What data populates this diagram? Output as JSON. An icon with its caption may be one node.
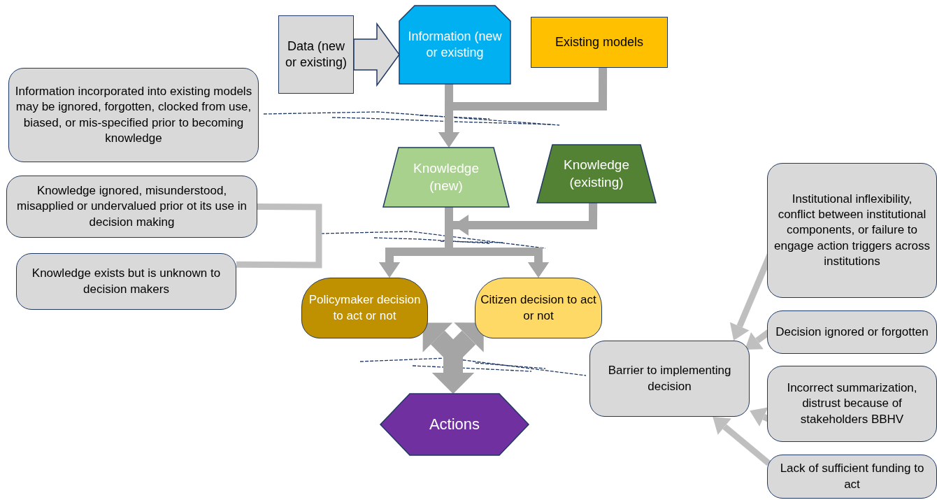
{
  "diagram": {
    "nodes": [
      {
        "text": [
          "Data (new or existing)"
        ]
      },
      {
        "text": [
          "Information (new or existing"
        ]
      },
      {
        "text": [
          "Existing models"
        ]
      },
      {
        "text": [
          "Information incorporated into existing models may be ignored, forgotten, clocked from use, biased, or mis-specified prior to becoming knowledge"
        ]
      },
      {
        "text": [
          "Knowledge (new)"
        ]
      },
      {
        "text": [
          "Knowledge (existing)"
        ]
      },
      {
        "text": [
          "Knowledge ignored, misunderstood, misapplied or undervalued prior ot its use in decision making"
        ]
      },
      {
        "text": [
          "Knowledge exists but is unknown to decision makers"
        ]
      },
      {
        "text": [
          "Policymaker decision to act or not"
        ]
      },
      {
        "text": [
          "Citizen decision to act or not"
        ]
      },
      {
        "text": [
          "Actions"
        ]
      },
      {
        "text": [
          "Barrier to implementing decision"
        ]
      },
      {
        "text": [
          "Institutional inflexibility, conflict between institutional components, or failure to engage action triggers across institutions"
        ]
      },
      {
        "text": [
          "Decision ignored or forgotten"
        ]
      },
      {
        "text": [
          "Incorrect summarization, distrust because of stakeholders BBHV"
        ]
      },
      {
        "text": [
          "Lack of sufficient funding to act"
        ]
      }
    ],
    "edges": [
      {
        "from": 0,
        "to": 1,
        "arrow": "to",
        "style": "thick"
      },
      {
        "from": 1,
        "to": 4,
        "arrow": "to"
      },
      {
        "from": 2,
        "to": 4,
        "arrow": "to"
      },
      {
        "from": 4,
        "to": 8,
        "arrow": "to"
      },
      {
        "from": 4,
        "to": 9,
        "arrow": "to"
      },
      {
        "from": 5,
        "to": 8,
        "arrow": "to"
      },
      {
        "from": 5,
        "to": 9,
        "arrow": "to"
      },
      {
        "from": 8,
        "to": 10,
        "arrow": "both",
        "style": "thick"
      },
      {
        "from": 9,
        "to": 10,
        "arrow": "both",
        "style": "thick"
      },
      {
        "from": 6,
        "to": 7,
        "arrow": "none",
        "color": "#bfbfbf"
      },
      {
        "from": 12,
        "to": 11,
        "arrow": "to",
        "color": "#bfbfbf"
      },
      {
        "from": 13,
        "to": 11,
        "arrow": "to",
        "color": "#bfbfbf"
      },
      {
        "from": 14,
        "to": 11,
        "arrow": "to",
        "color": "#bfbfbf"
      },
      {
        "from": 15,
        "to": 11,
        "arrow": "to",
        "color": "#bfbfbf"
      }
    ]
  }
}
